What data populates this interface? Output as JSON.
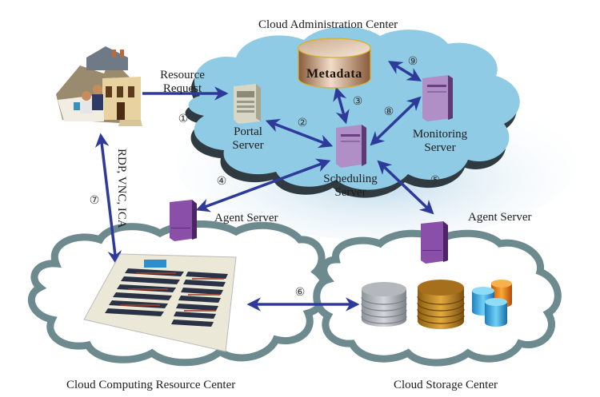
{
  "colors": {
    "arrow": "#2e3a9a",
    "admin_cloud": "#8fcbe4",
    "admin_cloud_shadow": "#2f3b40",
    "outline_cloud": "#6d8a8f",
    "server_purple": "#9b6fb3",
    "agent_purple": "#7a3f97",
    "metadata_gold": "#c99e7a"
  },
  "labels": {
    "admin_center": "Cloud Administration Center",
    "computing_center": "Cloud Computing Resource Center",
    "storage_center": "Cloud Storage Center",
    "resource_request_line1": "Resource",
    "resource_request_line2": "Request",
    "metadata": "Metadata",
    "portal_server_line1": "Portal",
    "portal_server_line2": "Server",
    "scheduling_server_line1": "Scheduling",
    "scheduling_server_line2": "Server",
    "monitoring_server_line1": "Monitoring",
    "monitoring_server_line2": "Server",
    "agent_server_left": "Agent Server",
    "agent_server_right": "Agent Server",
    "remote_protocols": "RDP, VNC, ICA"
  },
  "steps": {
    "s1": "①",
    "s2": "②",
    "s3": "③",
    "s4": "④",
    "s5": "⑤",
    "s6": "⑥",
    "s7": "⑦",
    "s8": "⑧",
    "s9": "⑨"
  },
  "icons": {
    "user_home": "house-with-users-icon",
    "portal_server": "server-tower-icon",
    "scheduling_server": "server-tower-icon",
    "monitoring_server": "server-tower-icon",
    "agent_server": "server-tower-icon",
    "metadata": "database-cylinder-icon",
    "data_center": "data-center-racks-icon",
    "storage": "database-stack-icon"
  }
}
